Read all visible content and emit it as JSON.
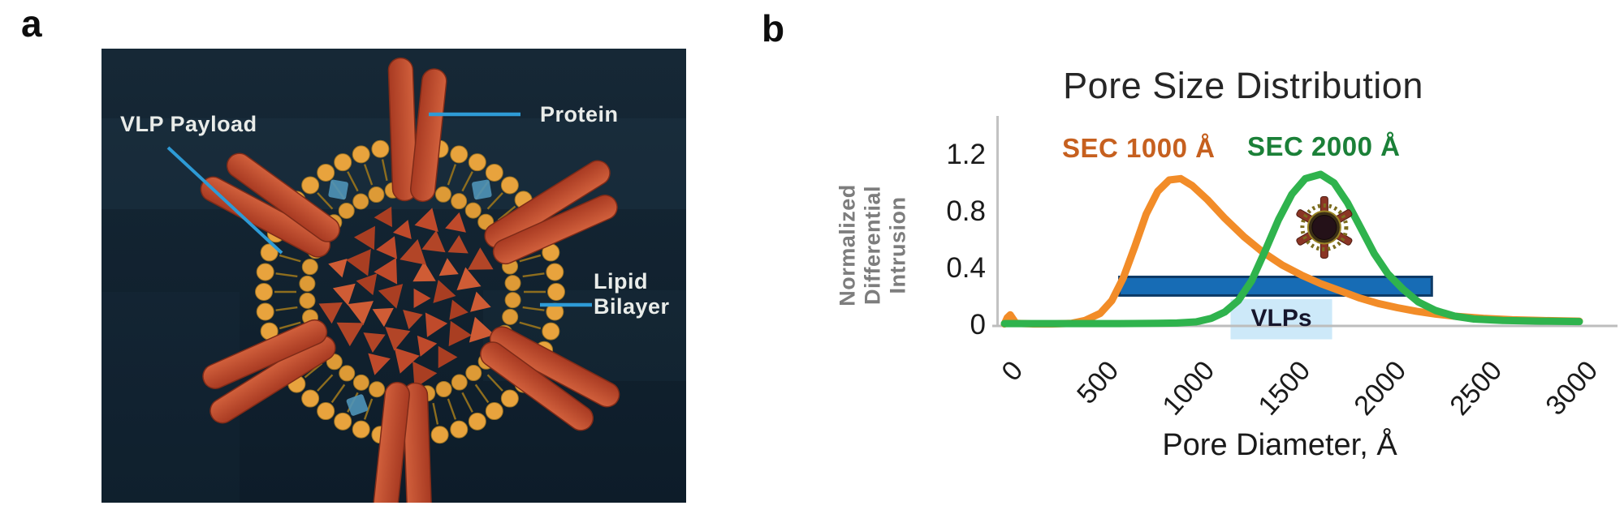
{
  "figure": {
    "panel_a_tag": "a",
    "panel_b_tag": "b"
  },
  "panel_a": {
    "payload_label": "VLP Payload",
    "protein_label": "Protein",
    "lipid_label": "Lipid Bilayer",
    "colors": {
      "background_top": "#162836",
      "background_bottom": "#0d1c29",
      "gold": "#E8A33D",
      "gold_dark": "#9c7323",
      "tail": "#8d6d1e",
      "spike_light": "#D1603C",
      "spike_dark": "#A83A22",
      "spike_edge": "#7E2B18",
      "triangle_palette": [
        "#BF4A2B",
        "#A93E22",
        "#CF5C35",
        "#B24527"
      ],
      "blue_square": "#4F93B8",
      "callout": "#2E9BD6",
      "label": "#E9ECE9"
    }
  },
  "chart_data": {
    "type": "line",
    "title": "Pore Size Distribution",
    "xlabel": "Pore Diameter, Å",
    "ylabel_line1": "Normalized Differential",
    "ylabel_line2": "Intrusion",
    "x_ticks": [
      0,
      500,
      1000,
      1500,
      2000,
      2500,
      3000
    ],
    "y_ticks": [
      0,
      0.4,
      0.8,
      1.2
    ],
    "xlim": [
      0,
      3000
    ],
    "ylim": [
      0,
      1.3
    ],
    "grid": false,
    "legend_position": "top-inside",
    "axis_color": "#C2C2C2",
    "series": [
      {
        "name": "SEC 1000 Å",
        "color": "#F28C28",
        "label_color": "#C6601F",
        "points": [
          [
            0,
            0.005
          ],
          [
            15,
            0.05
          ],
          [
            30,
            0.07
          ],
          [
            45,
            0.04
          ],
          [
            60,
            0.01
          ],
          [
            150,
            0.005
          ],
          [
            250,
            0.005
          ],
          [
            350,
            0.01
          ],
          [
            420,
            0.03
          ],
          [
            500,
            0.08
          ],
          [
            560,
            0.17
          ],
          [
            620,
            0.33
          ],
          [
            680,
            0.55
          ],
          [
            740,
            0.78
          ],
          [
            800,
            0.94
          ],
          [
            860,
            1.02
          ],
          [
            920,
            1.03
          ],
          [
            980,
            0.98
          ],
          [
            1060,
            0.88
          ],
          [
            1150,
            0.75
          ],
          [
            1250,
            0.62
          ],
          [
            1350,
            0.51
          ],
          [
            1450,
            0.42
          ],
          [
            1550,
            0.35
          ],
          [
            1650,
            0.29
          ],
          [
            1750,
            0.24
          ],
          [
            1850,
            0.19
          ],
          [
            1950,
            0.15
          ],
          [
            2050,
            0.12
          ],
          [
            2150,
            0.095
          ],
          [
            2250,
            0.075
          ],
          [
            2350,
            0.06
          ],
          [
            2500,
            0.045
          ],
          [
            2650,
            0.035
          ],
          [
            2800,
            0.03
          ],
          [
            3000,
            0.025
          ]
        ]
      },
      {
        "name": "SEC 2000 Å",
        "color": "#2FB34D",
        "label_color": "#1B8038",
        "points": [
          [
            0,
            0.008
          ],
          [
            300,
            0.008
          ],
          [
            600,
            0.008
          ],
          [
            800,
            0.01
          ],
          [
            900,
            0.012
          ],
          [
            1000,
            0.02
          ],
          [
            1080,
            0.045
          ],
          [
            1150,
            0.09
          ],
          [
            1220,
            0.17
          ],
          [
            1290,
            0.31
          ],
          [
            1360,
            0.52
          ],
          [
            1430,
            0.74
          ],
          [
            1500,
            0.92
          ],
          [
            1570,
            1.03
          ],
          [
            1650,
            1.06
          ],
          [
            1720,
            1.0
          ],
          [
            1790,
            0.86
          ],
          [
            1860,
            0.68
          ],
          [
            1930,
            0.5
          ],
          [
            2000,
            0.36
          ],
          [
            2080,
            0.25
          ],
          [
            2160,
            0.16
          ],
          [
            2250,
            0.1
          ],
          [
            2350,
            0.06
          ],
          [
            2450,
            0.04
          ],
          [
            2600,
            0.03
          ],
          [
            2800,
            0.025
          ],
          [
            3000,
            0.022
          ]
        ]
      }
    ],
    "annotations": {
      "vlp_bar": {
        "x_start": 600,
        "x_end": 2230,
        "y_bottom": 0.206,
        "y_top": 0.337,
        "fill": "#176CB5",
        "border": "#0D3A66"
      },
      "vlp_box": {
        "label": "VLPs",
        "x_start": 1180,
        "x_end": 1710,
        "y_top": 0.18,
        "y_bottom": -0.103,
        "fill": "#CDE9F9"
      },
      "vlp_icon": {
        "x": 1669,
        "y": 0.686
      }
    }
  }
}
